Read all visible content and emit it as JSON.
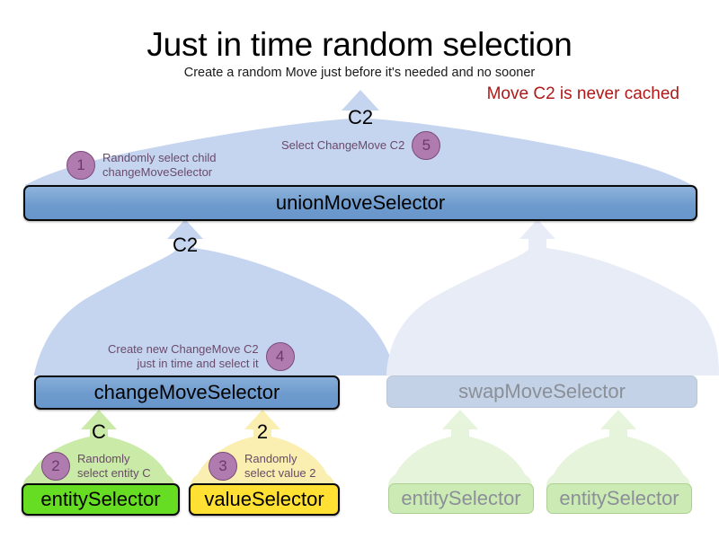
{
  "header": {
    "title": "Just in time random selection",
    "subtitle": "Create a random Move just before it's needed and no sooner",
    "warning": "Move C2 is never cached"
  },
  "nodes": {
    "union": "unionMoveSelector",
    "change": "changeMoveSelector",
    "swap": "swapMoveSelector",
    "entity": "entitySelector",
    "value": "valueSelector",
    "ghost_entity_1": "entitySelector",
    "ghost_entity_2": "entitySelector"
  },
  "flow_labels": {
    "top": "C2",
    "change_to_union": "C2",
    "entity_to_change": "C",
    "value_to_change": "2"
  },
  "annotations": [
    {
      "number": "1",
      "text": "Randomly select child\nchangeMoveSelector",
      "align": "left"
    },
    {
      "number": "5",
      "text": "Select ChangeMove C2",
      "align": "left"
    },
    {
      "number": "4",
      "text": "Create new ChangeMove C2\njust in time and select it",
      "align": "right"
    },
    {
      "number": "2",
      "text": "Randomly\nselect entity C",
      "align": "left"
    },
    {
      "number": "3",
      "text": "Randomly\nselect value 2",
      "align": "left"
    }
  ],
  "colors": {
    "flow_blue": "#c5d5ef",
    "flow_blue_faded": "#e7ecf7",
    "flow_green": "#caeaa8",
    "flow_green_faded": "#e7f4dc",
    "flow_yellow": "#faefb0",
    "node_blue": "#6e9bcd",
    "node_blue_faded": "#c3d2e6",
    "node_green": "#66dd22",
    "node_green_faded": "#ccebb4",
    "node_yellow": "#ffe033",
    "badge_fill": "#b07cb0",
    "badge_stroke": "#7a4a7a",
    "annotation_text": "#6a4a6a",
    "warning_text": "#b01818"
  }
}
